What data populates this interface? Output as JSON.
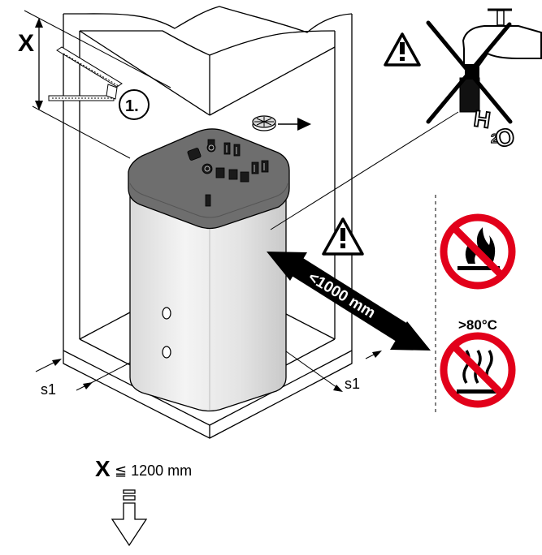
{
  "labels": {
    "x_marker": "X",
    "step": "1.",
    "s1_left": "s1",
    "s1_right": "s1",
    "distance": "<1000 mm",
    "temperature": ">80°C",
    "h2o_h": "H",
    "h2o_sub": "2",
    "h2o_o": "O",
    "formula_x": "X",
    "formula_rest": "≦ 1200 mm"
  },
  "colors": {
    "outline": "#000000",
    "tank_body": "#e3e3e3",
    "tank_lid": "#6e6e6e",
    "prohibition_red": "#e2001a",
    "warning_fill": "#ffffff"
  }
}
